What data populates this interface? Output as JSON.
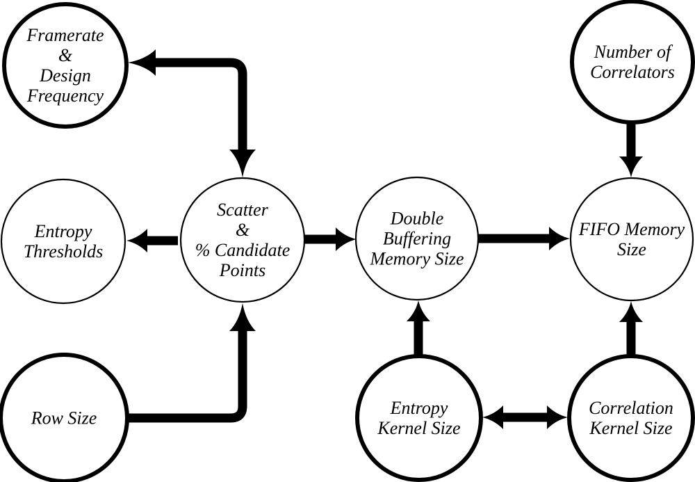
{
  "figure": {
    "title": "Design parameter dependency diagram",
    "background_color": "#ffffff",
    "stroke_color": "#000000",
    "nodes": [
      {
        "id": "framerate-design-frequency",
        "label": "Framerate\n&\nDesign\nFrequency",
        "outline": "thick"
      },
      {
        "id": "number-of-correlators",
        "label": "Number of\nCorrelators",
        "outline": "thick"
      },
      {
        "id": "entropy-thresholds",
        "label": "Entropy\nThresholds",
        "outline": "thin"
      },
      {
        "id": "scatter-candidate-points",
        "label": "Scatter\n&\n% Candidate\nPoints",
        "outline": "thin"
      },
      {
        "id": "double-buffering-memory-size",
        "label": "Double\nBuffering\nMemory Size",
        "outline": "thin"
      },
      {
        "id": "fifo-memory-size",
        "label": "FIFO Memory\nSize",
        "outline": "thin"
      },
      {
        "id": "row-size",
        "label": "Row Size",
        "outline": "thick"
      },
      {
        "id": "entropy-kernel-size",
        "label": "Entropy\nKernel Size",
        "outline": "thick"
      },
      {
        "id": "correlation-kernel-size",
        "label": "Correlation\nKernel Size",
        "outline": "thick"
      }
    ],
    "edges": [
      {
        "from": "scatter-candidate-points",
        "to": "framerate-design-frequency",
        "direction": "both",
        "shape": "elbow"
      },
      {
        "from": "scatter-candidate-points",
        "to": "entropy-thresholds",
        "direction": "one-way",
        "shape": "straight"
      },
      {
        "from": "scatter-candidate-points",
        "to": "double-buffering-memory-size",
        "direction": "one-way",
        "shape": "straight"
      },
      {
        "from": "double-buffering-memory-size",
        "to": "fifo-memory-size",
        "direction": "one-way",
        "shape": "straight"
      },
      {
        "from": "number-of-correlators",
        "to": "fifo-memory-size",
        "direction": "one-way",
        "shape": "straight"
      },
      {
        "from": "row-size",
        "to": "scatter-candidate-points",
        "direction": "one-way",
        "shape": "elbow"
      },
      {
        "from": "entropy-kernel-size",
        "to": "double-buffering-memory-size",
        "direction": "one-way",
        "shape": "straight"
      },
      {
        "from": "correlation-kernel-size",
        "to": "fifo-memory-size",
        "direction": "one-way",
        "shape": "straight"
      },
      {
        "from": "entropy-kernel-size",
        "to": "correlation-kernel-size",
        "direction": "both",
        "shape": "straight"
      }
    ]
  }
}
